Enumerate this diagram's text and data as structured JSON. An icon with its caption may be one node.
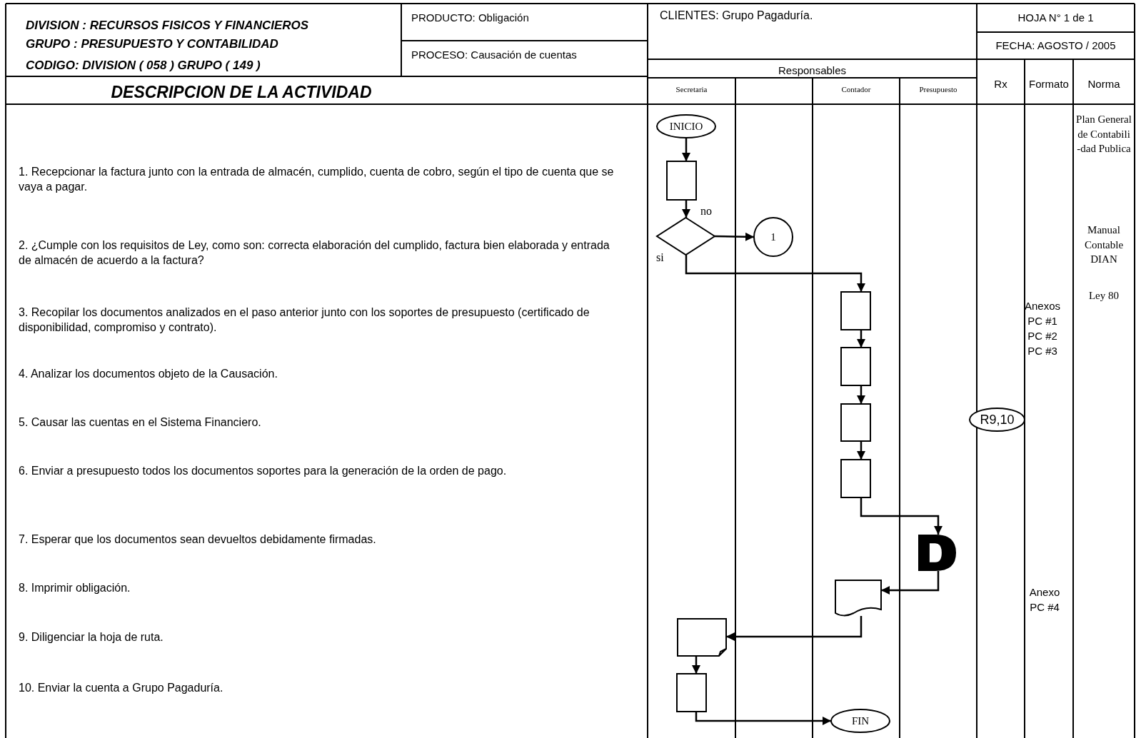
{
  "diagram": {
    "nodes": [
      {
        "text": [
          "INICIO"
        ]
      },
      {
        "text": [],
        "shape": "box"
      },
      {
        "text": [],
        "shape": "diamond"
      },
      {
        "text": [
          "1"
        ]
      },
      {
        "text": [],
        "shape": "box"
      },
      {
        "text": [],
        "shape": "box"
      },
      {
        "text": [],
        "shape": "box"
      },
      {
        "text": [
          "R9,10"
        ]
      },
      {
        "text": [],
        "shape": "box"
      },
      {
        "text": [],
        "shape": "delay"
      },
      {
        "text": [],
        "shape": "document"
      },
      {
        "text": [],
        "shape": "note"
      },
      {
        "text": [],
        "shape": "box"
      },
      {
        "text": [
          "FIN"
        ]
      }
    ],
    "edges": [
      {
        "from": 0,
        "to": 1,
        "arrow": "to"
      },
      {
        "from": 1,
        "to": 2,
        "arrow": "to"
      },
      {
        "from": 2,
        "to": 3,
        "arrow": "to",
        "label": "no"
      },
      {
        "from": 2,
        "to": 4,
        "arrow": "to",
        "label": "si"
      },
      {
        "from": 4,
        "to": 5,
        "arrow": "to"
      },
      {
        "from": 5,
        "to": 6,
        "arrow": "to"
      },
      {
        "from": 6,
        "to": 8,
        "arrow": "to"
      },
      {
        "from": 8,
        "to": 9,
        "arrow": "to"
      },
      {
        "from": 9,
        "to": 10,
        "arrow": "to"
      },
      {
        "from": 10,
        "to": 11,
        "arrow": "to"
      },
      {
        "from": 11,
        "to": 12,
        "arrow": "to"
      },
      {
        "from": 12,
        "to": 13,
        "arrow": "to"
      }
    ],
    "labels": [
      "DIVISION : RECURSOS FISICOS Y FINANCIEROS",
      "GRUPO : PRESUPUESTO Y CONTABILIDAD",
      "CODIGO: DIVISION ( 058 ) GRUPO ( 149 )",
      "PRODUCTO: Obligación",
      "CLIENTES: Grupo Pagaduría.",
      "HOJA N° 1 de 1",
      "PROCESO: Causación de cuentas",
      "FECHA: AGOSTO / 2005",
      "Responsables",
      "Rx",
      "Formato",
      "Norma",
      "DESCRIPCION DE LA ACTIVIDAD",
      "Secretaria",
      "Contador",
      "Presupuesto",
      "Plan General de Contabili -dad Publica",
      "1. Recepcionar la factura junto con la entrada de almacén, cumplido, cuenta de cobro, según el tipo de cuenta que se vaya a pagar.",
      "Manual Contable DIAN",
      "2. ¿Cumple con los requisitos de Ley, como son: correcta elaboración del cumplido, factura bien elaborada y entrada de almacén de acuerdo a la factura?",
      "Ley 80",
      "Anexos PC #1 PC #2 PC #3",
      "3. Recopilar los documentos analizados en el paso anterior junto con los soportes de presupuesto (certificado de disponibilidad, compromiso y contrato).",
      "4. Analizar los documentos objeto de la Causación.",
      "5. Causar las cuentas en el Sistema Financiero.",
      "6. Enviar a presupuesto todos los documentos soportes para la generación de la orden de pago.",
      "7. Esperar que los documentos sean devueltos debidamente firmadas.",
      "8. Imprimir obligación.",
      "Anexo PC #4",
      "9. Diligenciar la hoja de ruta.",
      "10. Enviar la cuenta a Grupo Pagaduría."
    ]
  }
}
